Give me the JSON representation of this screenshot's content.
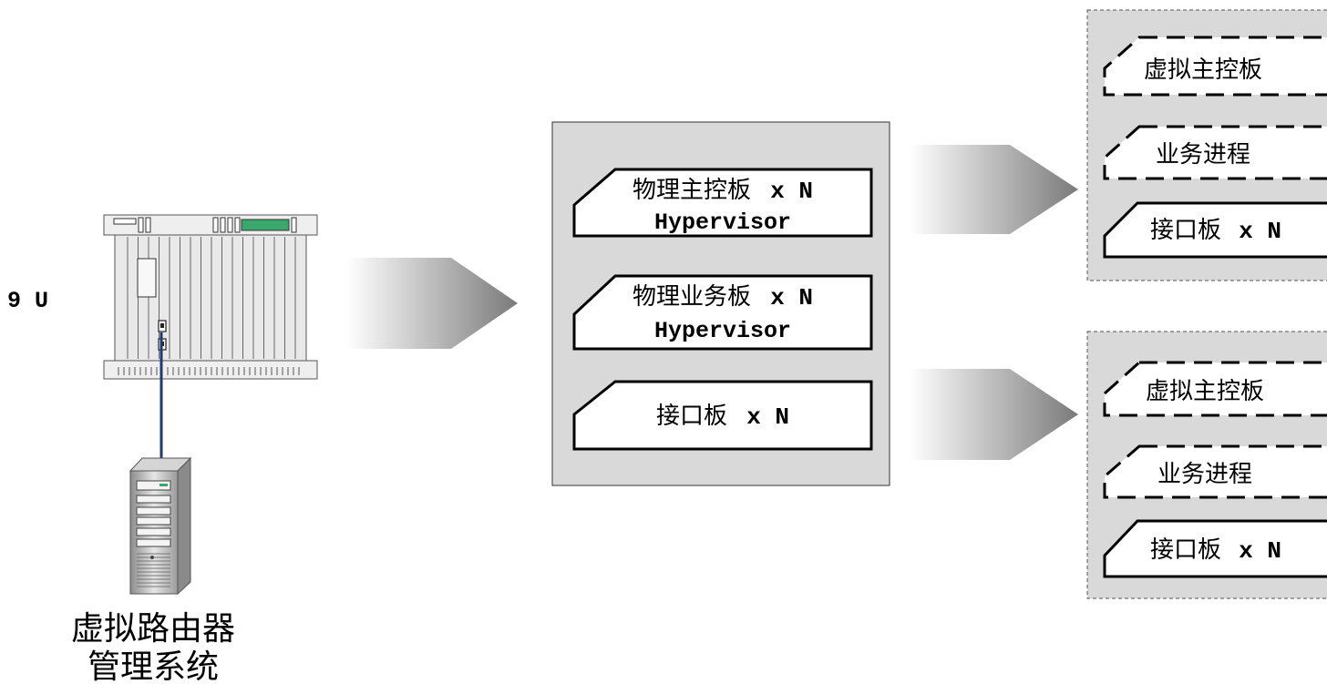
{
  "chassis": {
    "height_label": "9 U"
  },
  "manager": {
    "label_line1": "虚拟路由器",
    "label_line2": "管理系统"
  },
  "physical": {
    "boards": [
      {
        "name": "物理主控板",
        "suffix": "x N",
        "sub": "Hypervisor"
      },
      {
        "name": "物理业务板",
        "suffix": "x N",
        "sub": "Hypervisor"
      },
      {
        "name": "接口板",
        "suffix": "x N",
        "sub": ""
      }
    ]
  },
  "virtual_routers": [
    {
      "main_control": "虚拟主控板",
      "service_process": "业务进程",
      "interface": {
        "name": "接口板",
        "suffix": "x N"
      }
    },
    {
      "main_control": "虚拟主控板",
      "service_process": "业务进程",
      "interface": {
        "name": "接口板",
        "suffix": "x N"
      }
    }
  ],
  "colors": {
    "panel_fill": "#d9d9d9",
    "cable": "#1f3a6b",
    "display_green": "#3aa76d",
    "arrow_light": "#ffffff",
    "arrow_dark": "#7a7a7a"
  }
}
